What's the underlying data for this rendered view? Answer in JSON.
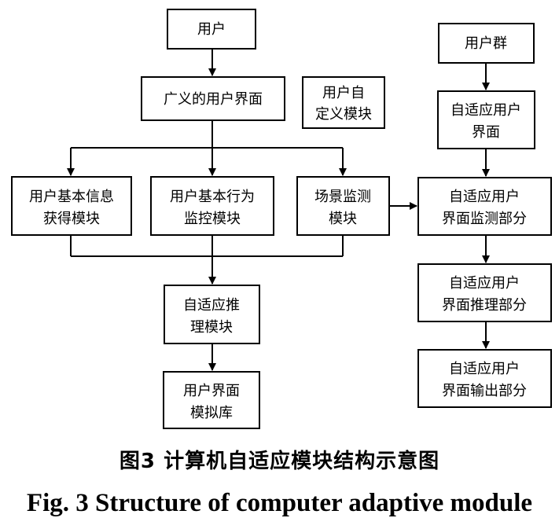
{
  "nodes": {
    "user": "用户",
    "generalized_ui": "广义的用户界面",
    "user_custom_module": [
      "用户自",
      "定义模块"
    ],
    "basic_info_module": [
      "用户基本信息",
      "获得模块"
    ],
    "basic_behavior_module": [
      "用户基本行为",
      "监控模块"
    ],
    "scene_monitor_module": [
      "场景监测",
      "模块"
    ],
    "adaptive_reasoning_module": [
      "自适应推",
      "理模块"
    ],
    "ui_simulation_lib": [
      "用户界面",
      "模拟库"
    ],
    "user_group": "用户群",
    "adaptive_ui": [
      "自适应用户",
      "界面"
    ],
    "adaptive_ui_monitor": [
      "自适应用户",
      "界面监测部分"
    ],
    "adaptive_ui_reasoning": [
      "自适应用户",
      "界面推理部分"
    ],
    "adaptive_ui_output": [
      "自适应用户",
      "界面输出部分"
    ]
  },
  "caption": {
    "cn": "图3  计算机自适应模块结构示意图",
    "en": "Fig. 3  Structure of computer adaptive module"
  }
}
